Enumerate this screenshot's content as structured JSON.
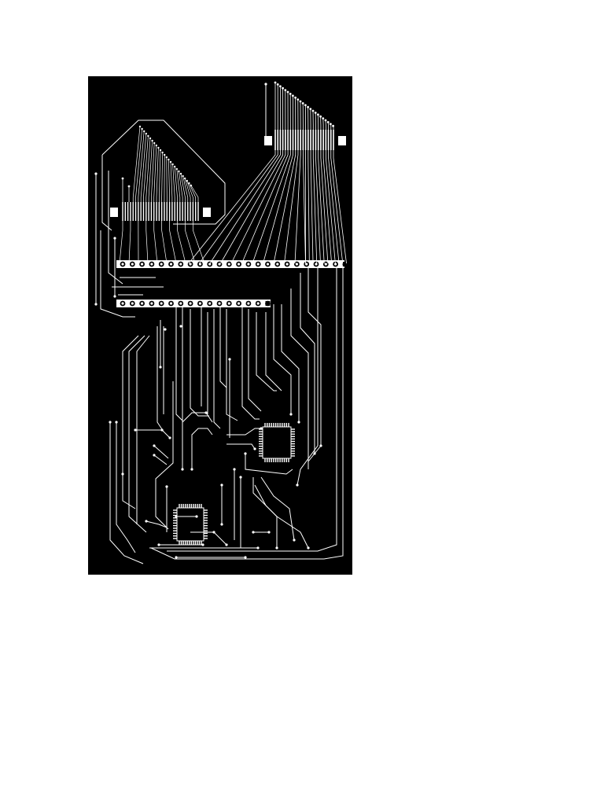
{
  "page": {
    "background": "#ffffff"
  },
  "pcb": {
    "board_color": "#000000",
    "copper_color": "#ffffff",
    "top_connector_pins": 24,
    "left_connector_pins": 30,
    "header_row_1_holes": 24,
    "header_row_2_holes": 16,
    "chip_1_pins_per_side": 12,
    "chip_2_pins_per_side": 12
  }
}
